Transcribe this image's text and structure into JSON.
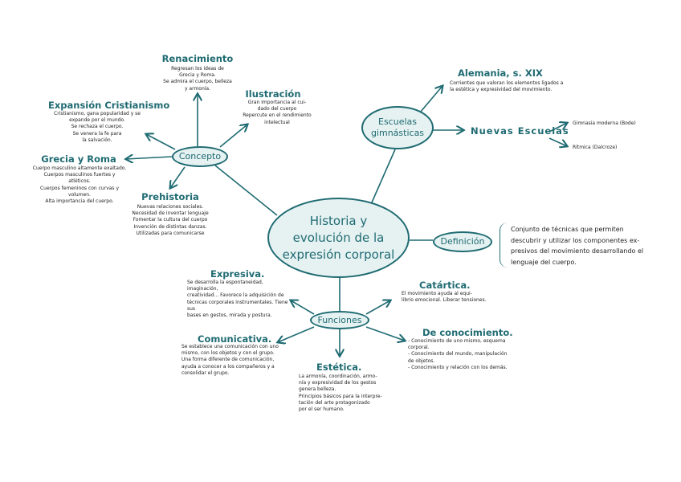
{
  "colors": {
    "accent": "#1f6b72",
    "node_fill": "#e6f2f2"
  },
  "central": "Historia y\nevolución de la\nexpresión corporal",
  "concepto": {
    "label": "Concepto",
    "renacimiento": {
      "title": "Renacimiento",
      "text": "Regresan los ideas de\nGrecia y Roma.\nSe admira el cuerpo, belleza\ny armonía."
    },
    "ilustracion": {
      "title": "Ilustración",
      "text": "Gran importancia al cui-\ndado del cuerpo\nRepercute en el rendimiento\nintelectual"
    },
    "expansion": {
      "title": "Expansión Cristianismo",
      "text": "Cristianismo, gana popularidad y se\nexpande por el mundo.\nSe rechaza el cuerpo.\nSe venera la fe para\nla salvación."
    },
    "grecia": {
      "title": "Grecia y Roma",
      "text": "Cuerpo masculino altamente exaltado.\nCuerpos masculinos fuertes y atléticos.\nCuerpos femeninos con curvas y volumen.\nAlta importancia del cuerpo."
    },
    "prehistoria": {
      "title": "Prehistoria",
      "text": "Nuevas relaciones sociales.\nNecesidad de inventar lenguaje\nFomentar la cultura del cuerpo\nInvención de distintas danzas.\nUtilizadas para comunicarse"
    }
  },
  "escuelas": {
    "label": "Escuelas\ngimnásticas",
    "alemania": {
      "title": "Alemania, s. XIX",
      "text": "Corrientes que valoran los elementos ligados a\nla estética y expresividad del movimiento."
    },
    "nuevas": {
      "title": "Nuevas Escuelas",
      "gimnasia": "Gimnasia moderna (Bode)",
      "ritmica": "Rítmica (Dalcroze)"
    }
  },
  "definicion": {
    "label": "Definición",
    "text": "Conjunto de técnicas que permiten descubrir y utilizar los componentes ex-presivos del movimiento desarrollando el lenguaje del cuerpo."
  },
  "funciones": {
    "label": "Funciones",
    "expresiva": {
      "title": "Expresiva.",
      "text": "Se desarrolla la espontaneidad, imaginación,\ncreatividad... Favorece la adquisición de\ntécnicas corporales instrumentales. Tiene sus\nbases en gestos, mirada y postura."
    },
    "catartica": {
      "title": "Catártica.",
      "text": "El movimiento ayuda al equi-\nlibrio emocional. Liberar tensiones."
    },
    "comunicativa": {
      "title": "Comunicativa.",
      "text": "Se establece una comunicación con uno\nmismo, con los objetos y con el grupo.\nUna forma diferente de comunicación,\nayuda a conocer a los compañeros y a\nconsolidar el grupo."
    },
    "conocimiento": {
      "title": "De conocimiento.",
      "text": "- Conocimiento de uno mismo, esquema\ncorporal.\n- Conocimiento del mundo, manipulación\nde objetos.\n- Conocimiento y relación con los demás."
    },
    "estetica": {
      "title": "Estética.",
      "text": "La armonía, coordinación, armo-\nnía y expresividad de los gestos\ngenera belleza.\nPrincipios básicos para la interpre-\ntación del arte protagonizado\npor el ser humano."
    }
  }
}
